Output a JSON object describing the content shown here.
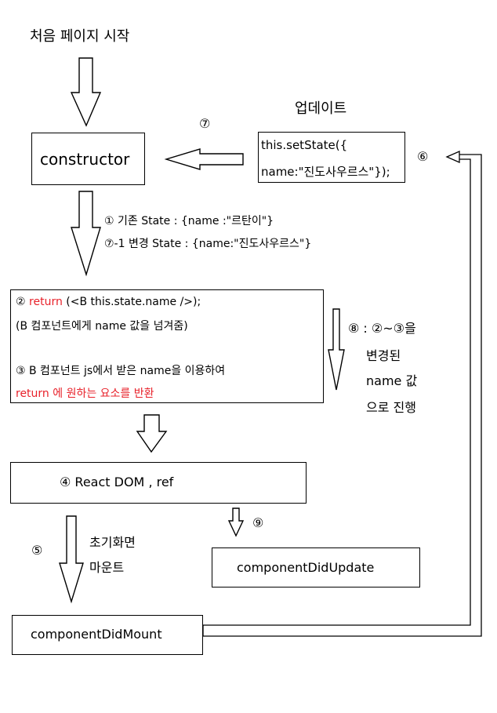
{
  "title": "처음 페이지 시작",
  "update_label": "업데이트",
  "step7_marker": "⑦",
  "step6_marker": "⑥",
  "setstate": {
    "line1": "this.setState({",
    "line2": "name:\"진도사우르스\"});"
  },
  "constructor_label": "constructor",
  "state_notes": {
    "line1": "① 기존 State : {name :\"르탄이\"}",
    "line2": "⑦-1 변경 State : {name:\"진도사우르스\"}"
  },
  "render_box": {
    "line1_prefix": "② ",
    "line1_keyword": "return",
    "line1_rest": " (<B this.state.name />);",
    "line2": "(B 컴포넌트에게 name 값을 넘겨줌)",
    "line3": "③ B 컴포넌트 js에서 받은 name을 이용하여",
    "line4": "return 에 원하는 요소를 반환"
  },
  "step8_note": [
    "⑧ : ②~③을",
    "변경된",
    "name 값",
    "으로 진행"
  ],
  "react_dom_label": "④  React DOM , ref",
  "initial_mount_text": [
    "초기화면",
    "마운트"
  ],
  "step5_marker": "⑤",
  "step9_marker": "⑨",
  "did_update_label": "componentDidUpdate",
  "did_mount_label": "componentDidMount",
  "colors": {
    "accent_red": "#e8212a",
    "line": "#000000"
  }
}
